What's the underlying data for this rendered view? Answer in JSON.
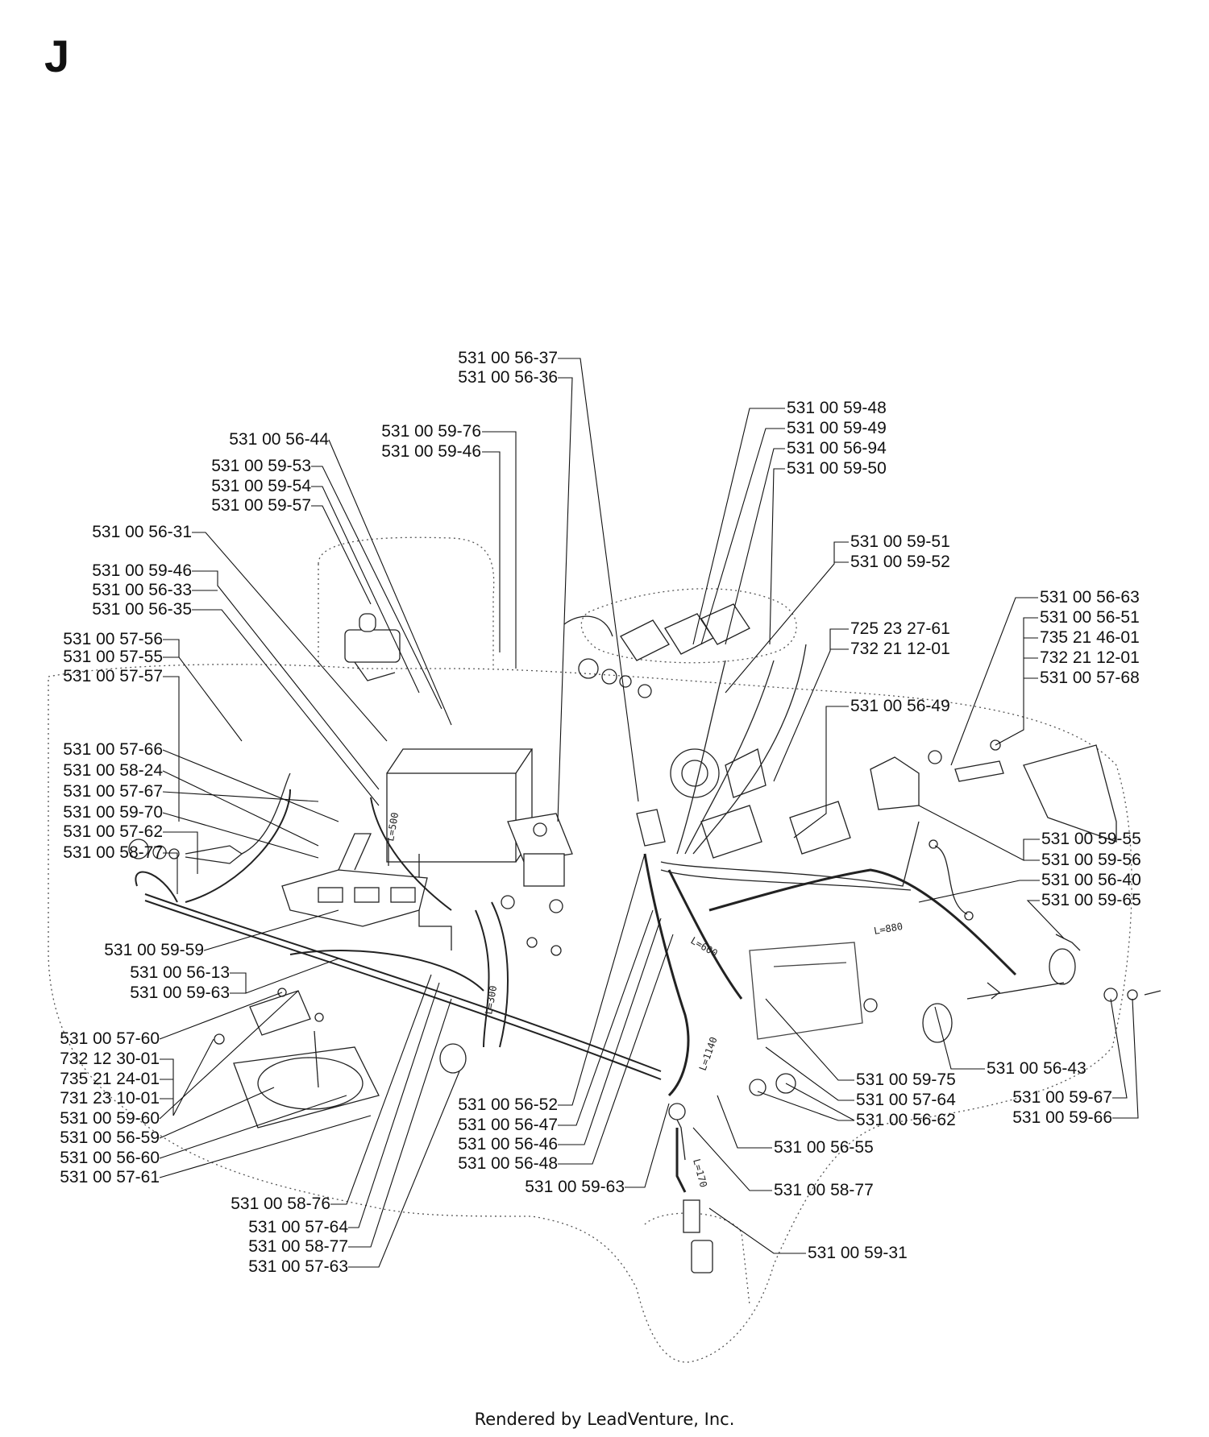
{
  "page": {
    "letter": "J",
    "footer": "Rendered by LeadVenture, Inc."
  },
  "labels": [
    {
      "id": "l1",
      "text": "531 00 56-37"
    },
    {
      "id": "l2",
      "text": "531 00 56-36"
    },
    {
      "id": "l3",
      "text": "531 00 59-76"
    },
    {
      "id": "l4",
      "text": "531 00 59-46"
    },
    {
      "id": "l5",
      "text": "531 00 56-44"
    },
    {
      "id": "l6",
      "text": "531 00 59-53"
    },
    {
      "id": "l7",
      "text": "531 00 59-54"
    },
    {
      "id": "l8",
      "text": "531 00 59-57"
    },
    {
      "id": "l9",
      "text": "531 00 56-31"
    },
    {
      "id": "l10",
      "text": "531 00 59-46"
    },
    {
      "id": "l11",
      "text": "531 00 56-33"
    },
    {
      "id": "l12",
      "text": "531 00 56-35"
    },
    {
      "id": "l13",
      "text": "531 00 57-56"
    },
    {
      "id": "l14",
      "text": "531 00 57-55"
    },
    {
      "id": "l15",
      "text": "531 00 57-57"
    },
    {
      "id": "l16",
      "text": "531 00 57-66"
    },
    {
      "id": "l17",
      "text": "531 00 58-24"
    },
    {
      "id": "l18",
      "text": "531 00 57-67"
    },
    {
      "id": "l19",
      "text": "531 00 59-70"
    },
    {
      "id": "l20",
      "text": "531 00 57-62"
    },
    {
      "id": "l21",
      "text": "531 00 58-77"
    },
    {
      "id": "l22",
      "text": "531 00 59-59"
    },
    {
      "id": "l23",
      "text": "531 00 56-13"
    },
    {
      "id": "l24",
      "text": "531 00 59-63"
    },
    {
      "id": "l25",
      "text": "531 00 57-60"
    },
    {
      "id": "l26",
      "text": "732 12 30-01"
    },
    {
      "id": "l27",
      "text": "735 21 24-01"
    },
    {
      "id": "l28",
      "text": "731 23 10-01"
    },
    {
      "id": "l29",
      "text": "531 00 59-60"
    },
    {
      "id": "l30",
      "text": "531 00 56-59"
    },
    {
      "id": "l31",
      "text": "531 00 56-60"
    },
    {
      "id": "l32",
      "text": "531 00 57-61"
    },
    {
      "id": "l33",
      "text": "531 00 58-76"
    },
    {
      "id": "l34",
      "text": "531 00 57-64"
    },
    {
      "id": "l35",
      "text": "531 00 58-77"
    },
    {
      "id": "l36",
      "text": "531 00 57-63"
    },
    {
      "id": "l37",
      "text": "531 00 56-52"
    },
    {
      "id": "l38",
      "text": "531 00 56-47"
    },
    {
      "id": "l39",
      "text": "531 00 56-46"
    },
    {
      "id": "l40",
      "text": "531 00 56-48"
    },
    {
      "id": "l41",
      "text": "531 00 59-63"
    },
    {
      "id": "l42",
      "text": "531 00 59-48"
    },
    {
      "id": "l43",
      "text": "531 00 59-49"
    },
    {
      "id": "l44",
      "text": "531 00 56-94"
    },
    {
      "id": "l45",
      "text": "531 00 59-50"
    },
    {
      "id": "l46",
      "text": "531 00 59-51"
    },
    {
      "id": "l47",
      "text": "531 00 59-52"
    },
    {
      "id": "l48",
      "text": "725 23 27-61"
    },
    {
      "id": "l49",
      "text": "732 21 12-01"
    },
    {
      "id": "l50",
      "text": "531 00 56-49"
    },
    {
      "id": "l51",
      "text": "531 00 56-63"
    },
    {
      "id": "l52",
      "text": "531 00 56-51"
    },
    {
      "id": "l53",
      "text": "735 21 46-01"
    },
    {
      "id": "l54",
      "text": "732 21 12-01"
    },
    {
      "id": "l55",
      "text": "531 00 57-68"
    },
    {
      "id": "l56",
      "text": "531 00 59-55"
    },
    {
      "id": "l57",
      "text": "531 00 59-56"
    },
    {
      "id": "l58",
      "text": "531 00 56-40"
    },
    {
      "id": "l59",
      "text": "531 00 59-65"
    },
    {
      "id": "l60",
      "text": "531 00 56-43"
    },
    {
      "id": "l61",
      "text": "531 00 59-75"
    },
    {
      "id": "l62",
      "text": "531 00 57-64"
    },
    {
      "id": "l63",
      "text": "531 00 56-62"
    },
    {
      "id": "l64",
      "text": "531 00 59-67"
    },
    {
      "id": "l65",
      "text": "531 00 59-66"
    },
    {
      "id": "l66",
      "text": "531 00 56-55"
    },
    {
      "id": "l67",
      "text": "531 00 58-77"
    },
    {
      "id": "l68",
      "text": "531 00 59-31"
    }
  ],
  "wire_lengths": [
    "L=500",
    "L=300",
    "L=600",
    "L=880",
    "L=1140",
    "L=170"
  ]
}
